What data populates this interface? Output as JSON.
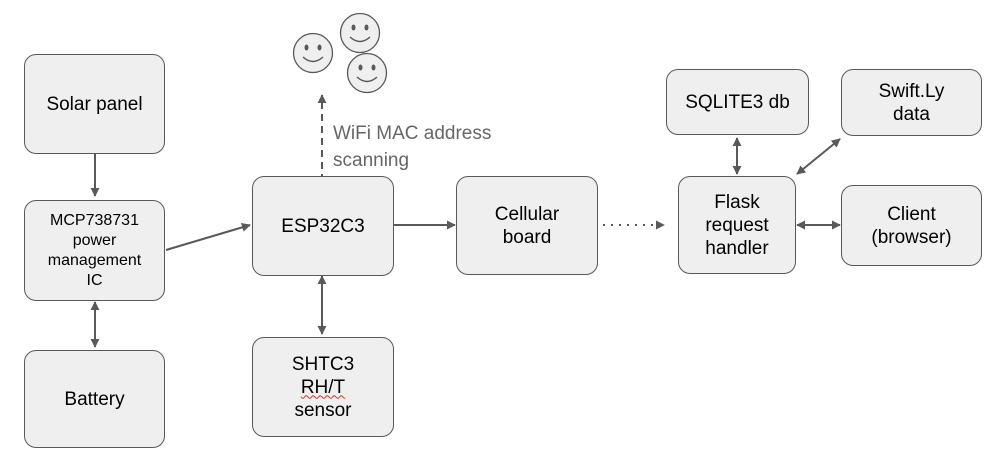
{
  "nodes": {
    "solar_panel": {
      "lines": [
        "Solar panel"
      ]
    },
    "mcp": {
      "lines": [
        "MCP738731",
        "power",
        "management",
        "IC"
      ]
    },
    "battery": {
      "lines": [
        "Battery"
      ]
    },
    "esp32": {
      "lines": [
        "ESP32C3"
      ]
    },
    "shtc3": {
      "lines": [
        "SHTC3",
        "RH/T",
        "sensor"
      ]
    },
    "cellular": {
      "lines": [
        "Cellular",
        "board"
      ]
    },
    "flask": {
      "lines": [
        "Flask",
        "request",
        "handler"
      ]
    },
    "sqlite": {
      "lines": [
        "SQLITE3 db"
      ]
    },
    "swiftly": {
      "lines": [
        "Swift.Ly",
        "data"
      ]
    },
    "client": {
      "lines": [
        "Client",
        "(browser)"
      ]
    }
  },
  "annotation": {
    "lines": [
      "WiFi MAC address",
      "scanning"
    ]
  },
  "faces": [
    {
      "icon": "smiley-face-icon"
    },
    {
      "icon": "smiley-face-icon"
    },
    {
      "icon": "smiley-face-icon"
    }
  ],
  "colors": {
    "box_fill": "#efefef",
    "box_border": "#595959",
    "arrow": "#595959",
    "annotation_text": "#666666",
    "spellcheck_underline": "#d93025"
  }
}
